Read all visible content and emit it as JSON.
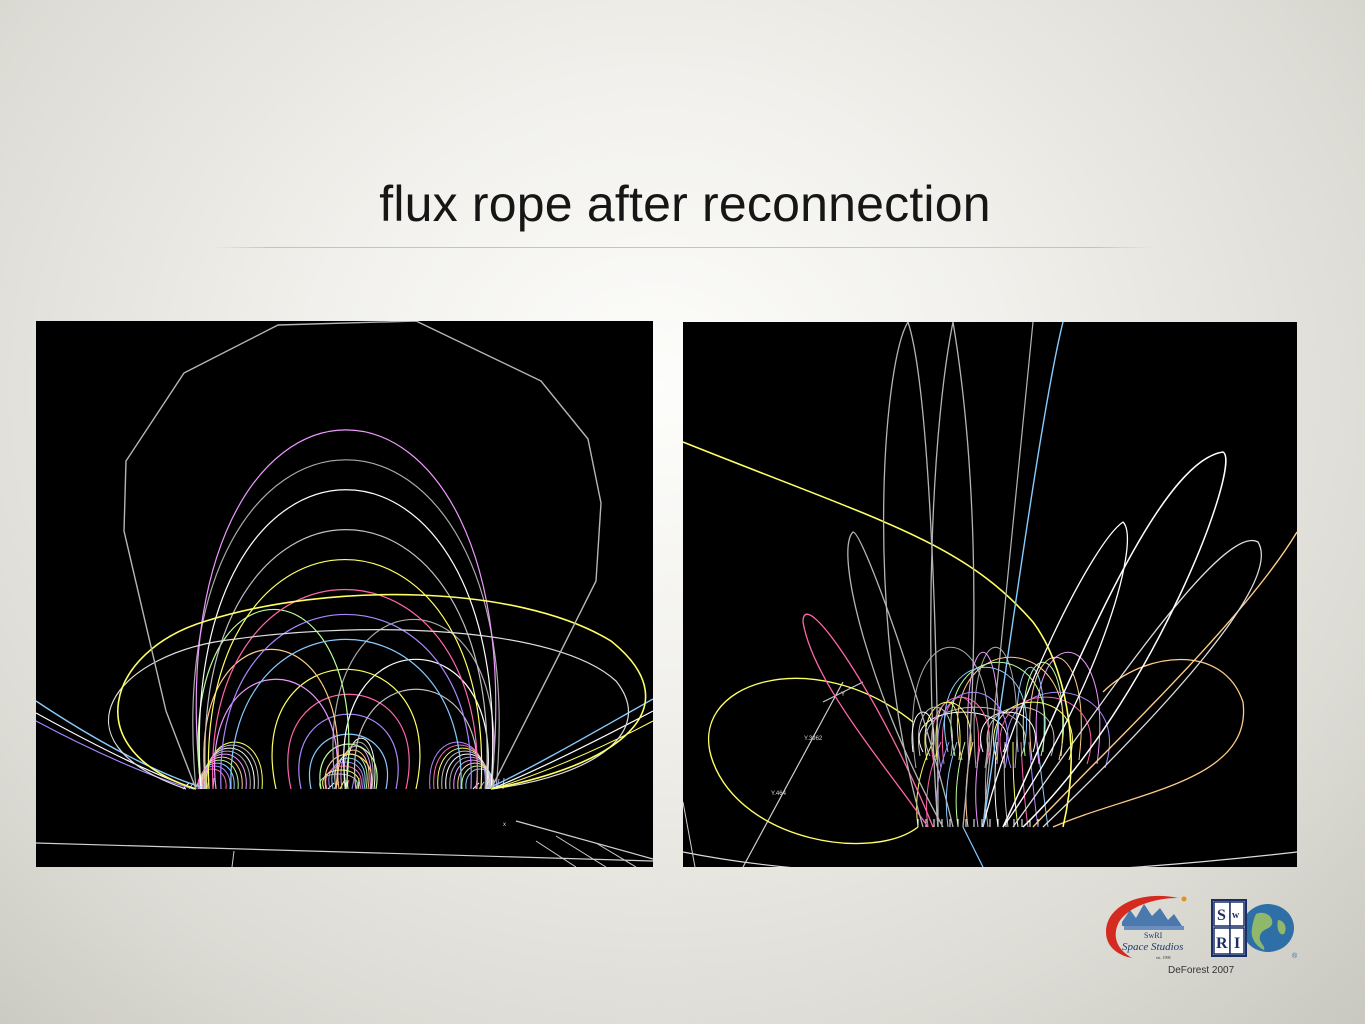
{
  "slide": {
    "title": "flux rope after reconnection",
    "credit": "DeForest 2007"
  },
  "panels": {
    "left": {
      "axis_label": "x"
    },
    "right": {
      "axis_labels": [
        "Y",
        "Y.3962",
        "Y.464"
      ]
    }
  },
  "logos": {
    "left": {
      "lines": [
        "SwRI",
        "Space Studios",
        "est. 1998"
      ]
    },
    "right": {
      "letters": [
        "S",
        "w",
        "R",
        "I"
      ],
      "mark": "®"
    }
  },
  "colors": {
    "panel_background": "#000000",
    "field_lines": [
      "#ffffff",
      "#c0c0c0",
      "#ffff66",
      "#ff66aa",
      "#aa88ff",
      "#88ccff",
      "#bbff99",
      "#ffcc88",
      "#ee99ff",
      "#aaaaaa"
    ]
  }
}
